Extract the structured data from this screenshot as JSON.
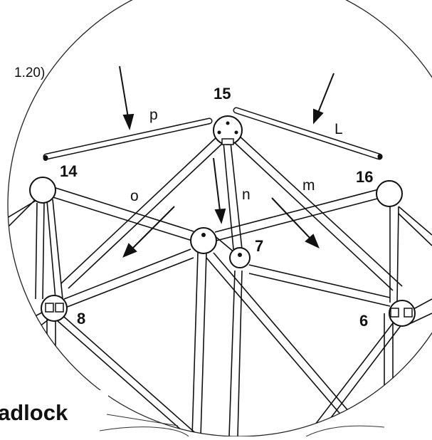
{
  "step_label": "1.20)",
  "hubs": {
    "h15": "15",
    "h14": "14",
    "h16": "16",
    "h7": "7",
    "h8": "8",
    "h6": "6"
  },
  "rods": {
    "p": "p",
    "L": "L",
    "o": "o",
    "n": "n",
    "m": "m"
  },
  "caption": "adlock"
}
